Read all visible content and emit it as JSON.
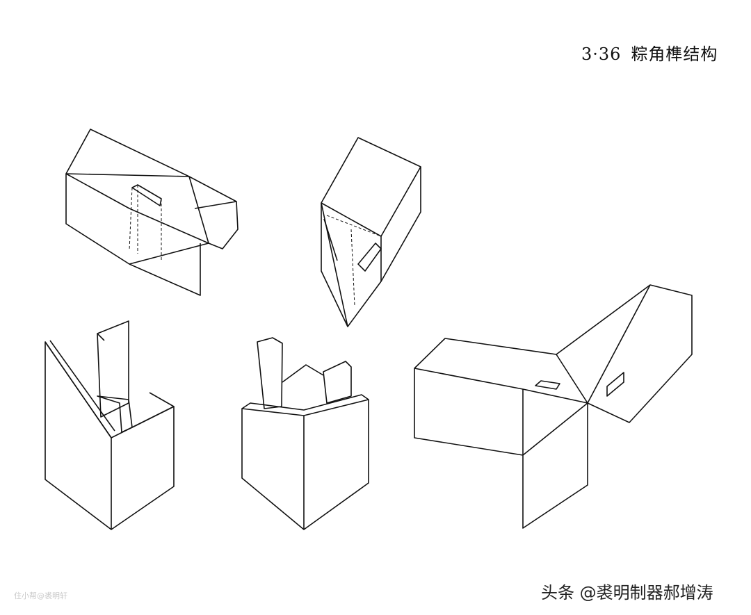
{
  "figure": {
    "number": "3·36",
    "title": "粽角榫结构"
  },
  "credit": "头条 @裘明制器郝增涛",
  "watermark": "住小帮@裘明轩"
}
